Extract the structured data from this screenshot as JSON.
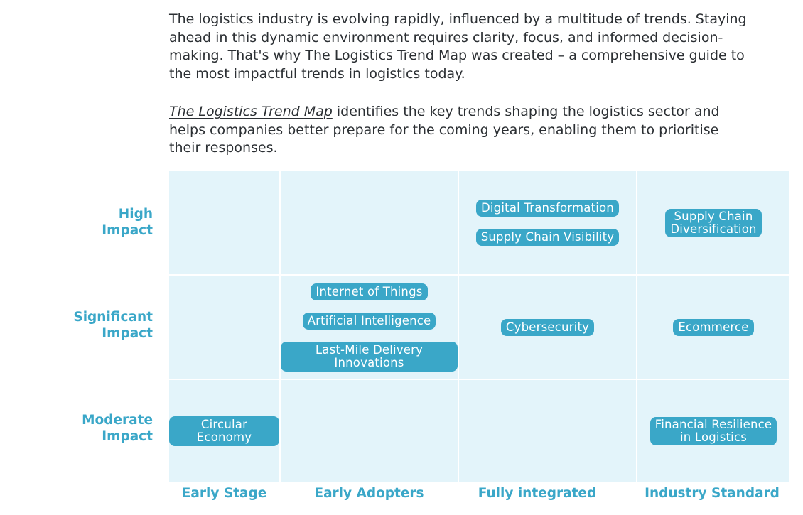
{
  "intro": {
    "paragraph1": "The logistics industry is evolving rapidly, influenced by a multitude of trends. Staying ahead in this dynamic environment requires clarity, focus, and informed decision-making. That's why The Logistics Trend Map was created – a comprehensive guide to the most impactful trends in logistics today.",
    "paragraph2_title": "The Logistics Trend Map",
    "paragraph2_rest": " identifies the key trends shaping the logistics sector and helps companies better prepare for the coming years, enabling them to prioritise their responses."
  },
  "matrix": {
    "rows": [
      "High\nImpact",
      "Significant\nImpact",
      "Moderate\nImpact"
    ],
    "columns": [
      "Early Stage",
      "Early Adopters",
      "Fully integrated",
      "Industry Standard"
    ],
    "cells": {
      "high_fully": [
        "Digital Transformation",
        "Supply Chain Visibility"
      ],
      "high_standard": [
        "Supply Chain\nDiversification"
      ],
      "sig_adopters": [
        "Internet of Things",
        "Artificial Intelligence",
        "Last-Mile Delivery Innovations"
      ],
      "sig_fully": [
        "Cybersecurity"
      ],
      "sig_standard": [
        "Ecommerce"
      ],
      "mod_early": [
        "Circular Economy"
      ],
      "mod_standard": [
        "Financial Resilience\nin Logistics"
      ]
    }
  },
  "colors": {
    "cell_background": "#e3f4fa",
    "tag_background": "#3aa7c8",
    "label_color": "#3aa7c8",
    "text_color": "#2b2f33"
  }
}
